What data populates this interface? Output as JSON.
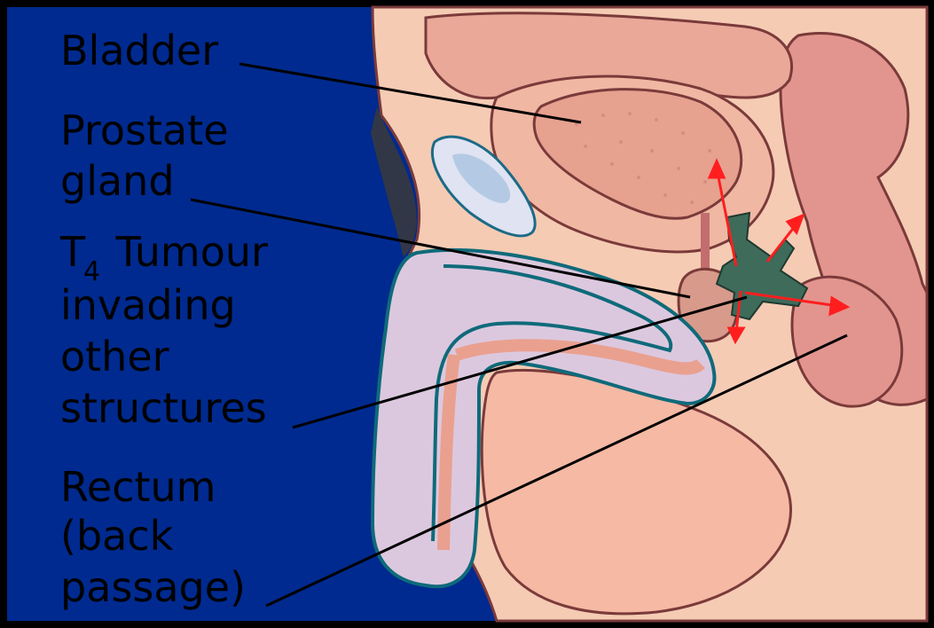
{
  "labels": {
    "bladder": "Bladder",
    "prostate_line1": "Prostate",
    "prostate_line2": "gland",
    "tumour_t": "T",
    "tumour_sub": "4",
    "tumour_line1_rest": " Tumour",
    "tumour_line2": "invading",
    "tumour_line3": "other",
    "tumour_line4": "structures",
    "rectum_line1": "Rectum",
    "rectum_line2": "(back",
    "rectum_line3": "passage)"
  },
  "colors": {
    "background_blue": "#002a8f",
    "body_skin": "#f5cbb4",
    "inner_tissue": "#e9a898",
    "bladder_fill": "#e6a18f",
    "penile_fill": "#dcc8de",
    "penile_outline": "#0f6a7a",
    "tumour": "#3e6b5a",
    "invasion_arrows": "#ff1e1e",
    "frame": "#000000"
  }
}
